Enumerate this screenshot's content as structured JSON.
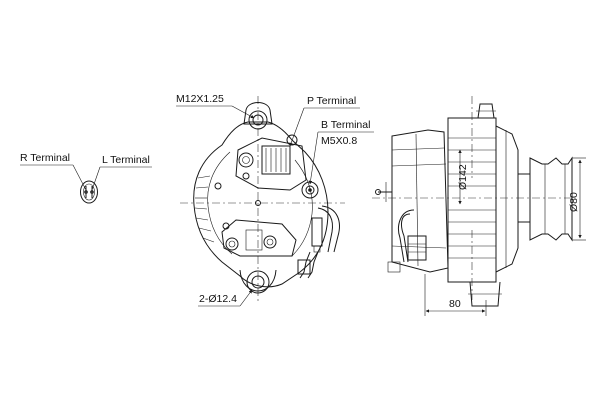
{
  "labels": {
    "thread_spec": "M12X1.25",
    "p_terminal": "P Terminal",
    "b_terminal": "B Terminal",
    "b_thread": "M5X0.8",
    "r_terminal": "R Terminal",
    "l_terminal": "L Terminal",
    "holes": "2-Ø12.4"
  },
  "dimensions": {
    "body_diameter": "Ø142",
    "pulley_diameter": "Ø80",
    "length": "80"
  },
  "colors": {
    "line": "#1a1a1a",
    "background": "#ffffff"
  }
}
